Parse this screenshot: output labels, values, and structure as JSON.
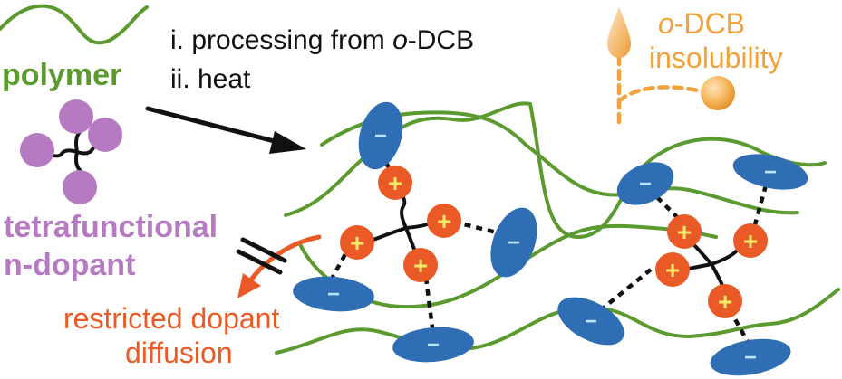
{
  "labels": {
    "step1_prefix": "i. processing from ",
    "step1_italic": "o",
    "step1_suffix": "-DCB",
    "step2": "ii. heat",
    "polymer": "polymer",
    "dopant_line1": "tetrafunctional",
    "dopant_line2": "n-dopant",
    "insol_italic": "o",
    "insol_suffix": "-DCB",
    "insol_line2": "insolubility",
    "restricted_line1": "restricted dopant",
    "restricted_line2": "diffusion"
  },
  "symbols": {
    "minus": "−",
    "plus": "+"
  },
  "colors": {
    "polymer_green": "#5a9a2e",
    "dopant_purple": "#b57ac2",
    "anion_blue": "#2f6db5",
    "cation_orange": "#ea5a26",
    "plus_yellow": "#f5e96a",
    "insolubility_orange": "#f2a23a",
    "arrow_black": "#111111"
  }
}
